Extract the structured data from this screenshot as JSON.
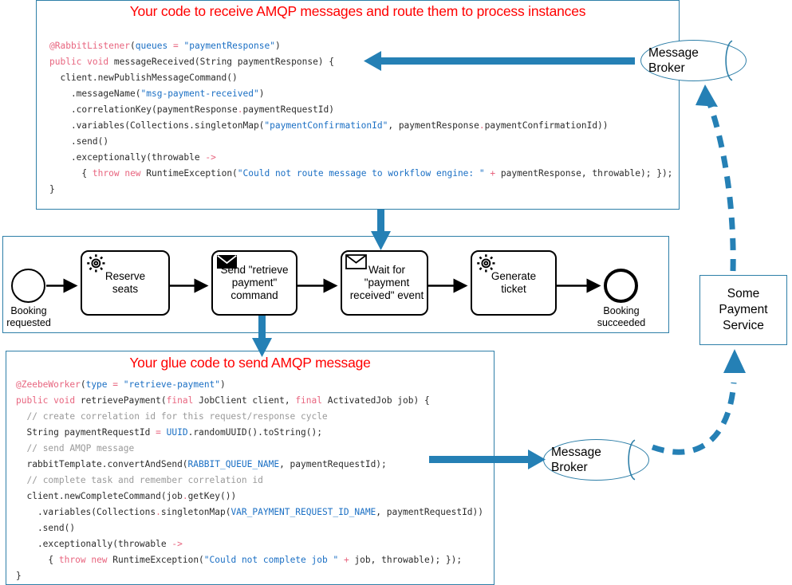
{
  "colors": {
    "accent_blue": "#2E7FA8",
    "arrow_blue": "#2580B5",
    "title_red": "#FF0000",
    "bpmn_black": "#000000",
    "code_keyword": "#E8657F",
    "code_string": "#1A6FC4",
    "code_comment": "#9A9A9A"
  },
  "top_panel": {
    "title": "Your code to receive AMQP messages and route them to process instances",
    "code_lines": [
      "@RabbitListener(queues = \"paymentResponse\")",
      "public void messageReceived(String paymentResponse) {",
      "  client.newPublishMessageCommand()",
      "    .messageName(\"msg-payment-received\")",
      "    .correlationKey(paymentResponse.paymentRequestId)",
      "    .variables(Collections.singletonMap(\"paymentConfirmationId\", paymentResponse.paymentConfirmationId))",
      "    .send()",
      "    .exceptionally(throwable ->",
      "      { throw new RuntimeException(\"Could not route message to workflow engine: \" + paymentResponse, throwable); });",
      "}"
    ]
  },
  "bottom_panel": {
    "title": "Your glue code to send AMQP message",
    "code_lines": [
      "@ZeebeWorker(type = \"retrieve-payment\")",
      "public void retrievePayment(final JobClient client, final ActivatedJob job) {",
      "  // create correlation id for this request/response cycle",
      "  String paymentRequestId = UUID.randomUUID().toString();",
      "  // send AMQP message",
      "  rabbitTemplate.convertAndSend(RABBIT_QUEUE_NAME, paymentRequestId);",
      "  // complete task and remember correlation id",
      "  client.newCompleteCommand(job.getKey())",
      "    .variables(Collections.singletonMap(VAR_PAYMENT_REQUEST_ID_NAME, paymentRequestId))",
      "    .send()",
      "    .exceptionally(throwable ->",
      "      { throw new RuntimeException(\"Could not complete job \" + job, throwable); });",
      "}"
    ]
  },
  "bpmn": {
    "start_event": {
      "label": "Booking\nrequested",
      "icon": "start-event-circle"
    },
    "end_event": {
      "label": "Booking\nsucceeded",
      "icon": "end-event-circle"
    },
    "tasks": [
      {
        "label": "Reserve\nseats",
        "icon": "service-task-gear-icon"
      },
      {
        "label": "Send \"retrieve\npayment\"\ncommand",
        "icon": "send-task-envelope-filled-icon"
      },
      {
        "label": "Wait for\n\"payment\nreceived\" event",
        "icon": "message-event-envelope-icon"
      },
      {
        "label": "Generate\nticket",
        "icon": "service-task-gear-icon"
      }
    ]
  },
  "right_side": {
    "broker_top": {
      "label_line1": "Message",
      "label_line2": "Broker",
      "icon": "database-cylinder-icon"
    },
    "broker_bottom": {
      "label_line1": "Message",
      "label_line2": "Broker",
      "icon": "database-cylinder-icon"
    },
    "payment_service": {
      "label": "Some\nPayment\nService"
    }
  }
}
